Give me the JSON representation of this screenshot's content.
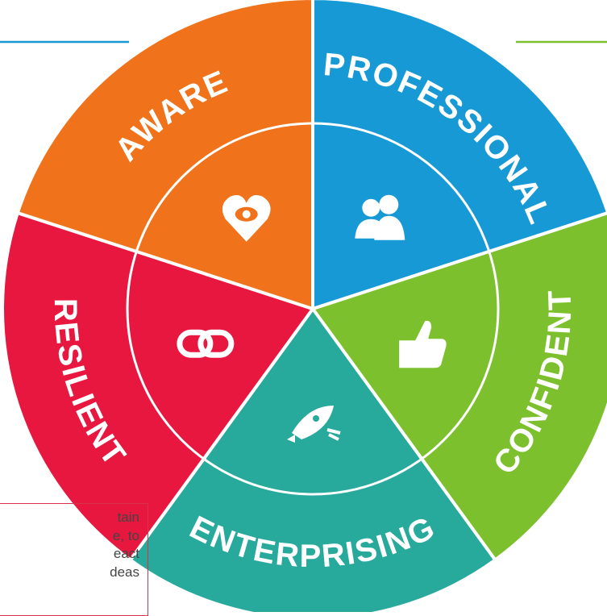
{
  "wheel": {
    "segments": [
      {
        "label": "PROFESSIONAL",
        "color": "#1799d5",
        "icon": "people-icon"
      },
      {
        "label": "CONFIDENT",
        "color": "#7cc02d",
        "icon": "thumbs-up-icon"
      },
      {
        "label": "ENTERPRISING",
        "color": "#27aa9c",
        "icon": "rocket-icon"
      },
      {
        "label": "RESILIENT",
        "color": "#e8173f",
        "icon": "chain-link-icon"
      },
      {
        "label": "AWARE",
        "color": "#f0731b",
        "icon": "heart-eye-icon"
      }
    ]
  },
  "side_note": {
    "lines": [
      "tain",
      "e, to",
      "eact",
      "deas"
    ],
    "border_color": "#d9334a"
  },
  "accent_lines": {
    "left_color": "#1799d5",
    "right_color": "#7cc02d"
  }
}
